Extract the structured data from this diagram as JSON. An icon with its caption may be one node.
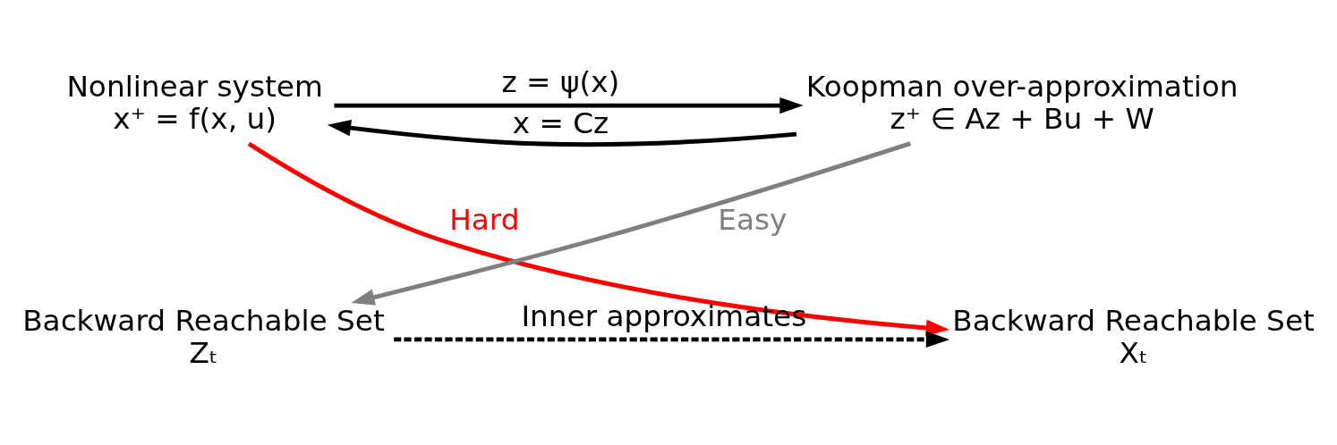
{
  "diagram": {
    "nodes": [
      {
        "text": [
          "Nonlinear system",
          "x⁺ = f(x, u)"
        ]
      },
      {
        "text": [
          "Koopman over-approximation",
          "z⁺ ∈ Az + Bu + W"
        ]
      },
      {
        "text": [
          "Backward Reachable Set",
          "Xₜ"
        ]
      },
      {
        "text": [
          "Backward Reachable Set",
          "Zₜ"
        ]
      }
    ],
    "edges": [
      {
        "from": 0,
        "to": 1,
        "arrow": "to",
        "label": "z = ψ(x)"
      },
      {
        "from": 1,
        "to": 0,
        "arrow": "to",
        "label": "x = Cz"
      },
      {
        "from": 0,
        "to": 2,
        "arrow": "to",
        "label": "Hard",
        "color": "#ff0000"
      },
      {
        "from": 1,
        "to": 3,
        "arrow": "to",
        "label": "Easy",
        "color": "#7f7f7f"
      },
      {
        "from": 3,
        "to": 2,
        "arrow": "to",
        "label": "Inner approximates",
        "style": "dashed"
      }
    ]
  }
}
